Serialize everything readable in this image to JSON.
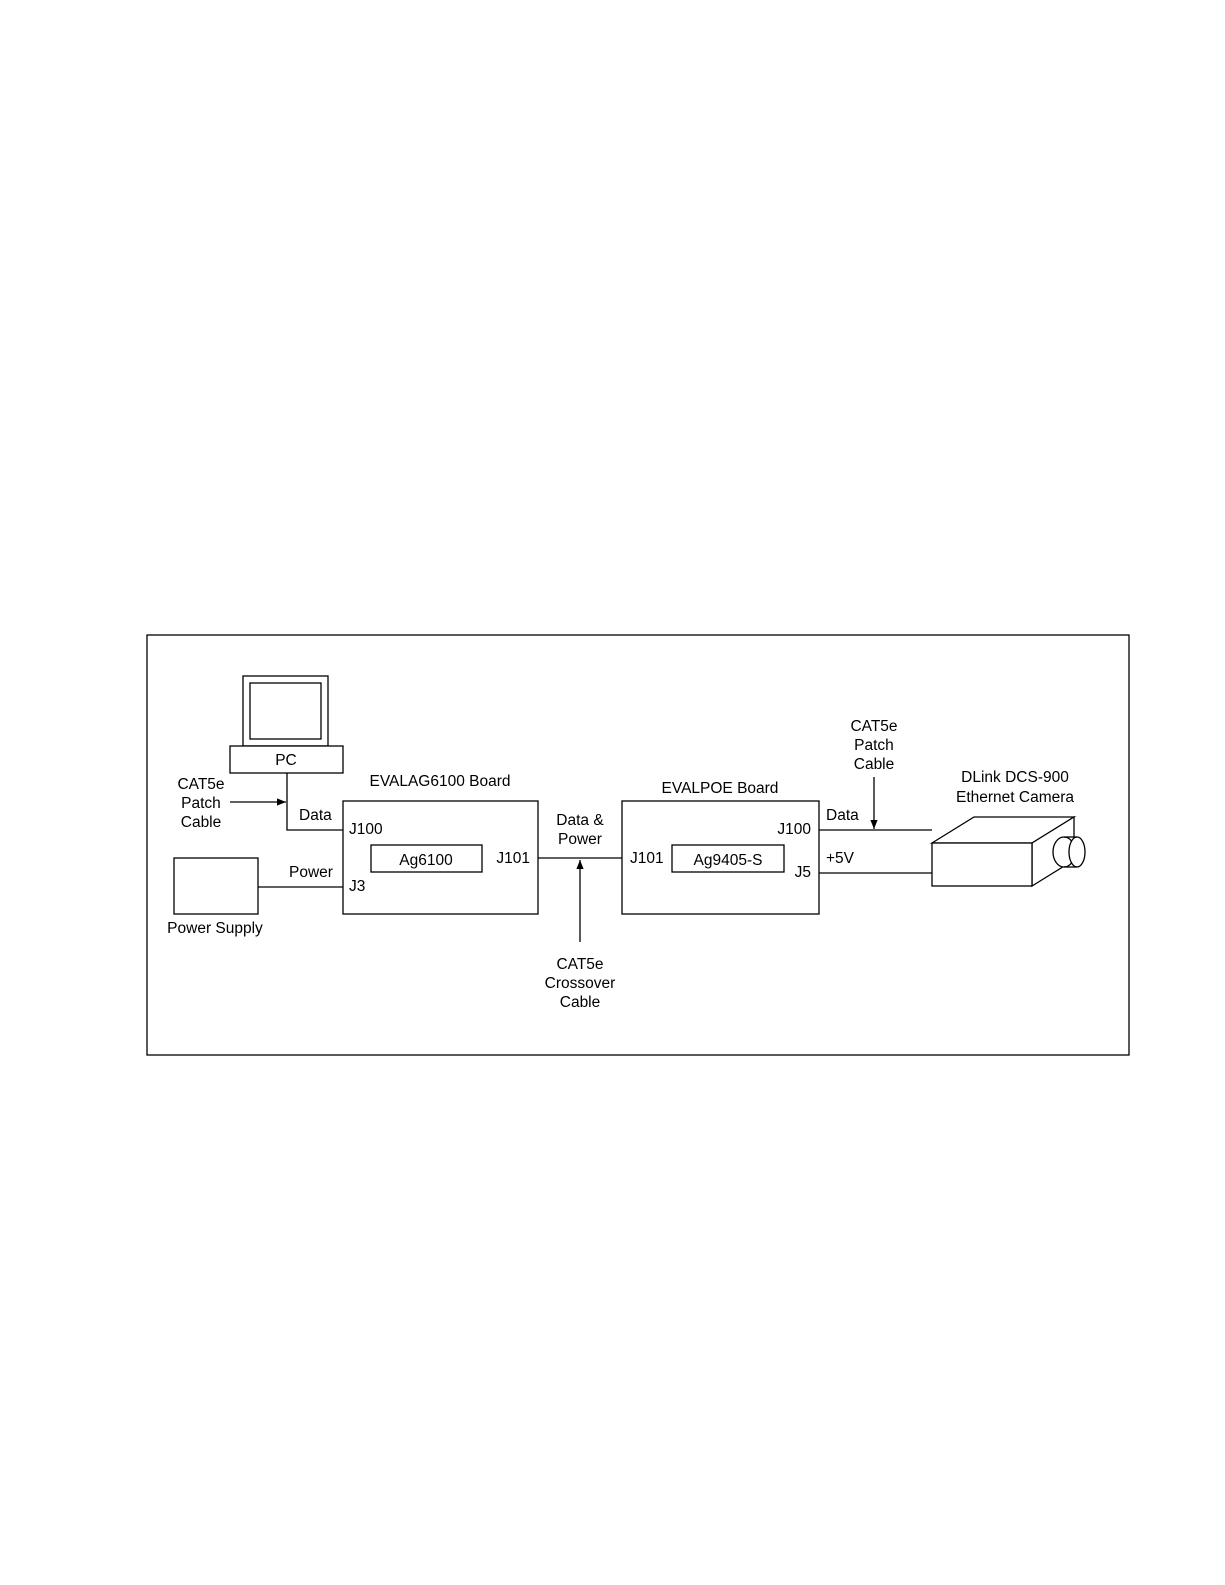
{
  "pc": {
    "label": "PC"
  },
  "pc_cable": {
    "line1": "CAT5e",
    "line2": "Patch",
    "line3": "Cable"
  },
  "pc_link_label": "Data",
  "power_supply": {
    "label": "Power Supply"
  },
  "power_link_label": "Power",
  "evalag_board": {
    "title": "EVALAG6100 Board",
    "chip": "Ag6100",
    "j100": "J100",
    "j3": "J3",
    "j101": "J101"
  },
  "middle_link": {
    "line1": "Data &",
    "line2": "Power"
  },
  "crossover_cable": {
    "line1": "CAT5e",
    "line2": "Crossover",
    "line3": "Cable"
  },
  "evalpoe_board": {
    "title": "EVALPOE Board",
    "chip": "Ag9405-S",
    "j101": "J101",
    "j100": "J100",
    "j5": "J5"
  },
  "camera_cable": {
    "line1": "CAT5e",
    "line2": "Patch",
    "line3": "Cable"
  },
  "camera_data_label": "Data",
  "camera_power_label": "+5V",
  "camera": {
    "line1": "DLink DCS-900",
    "line2": "Ethernet Camera"
  }
}
